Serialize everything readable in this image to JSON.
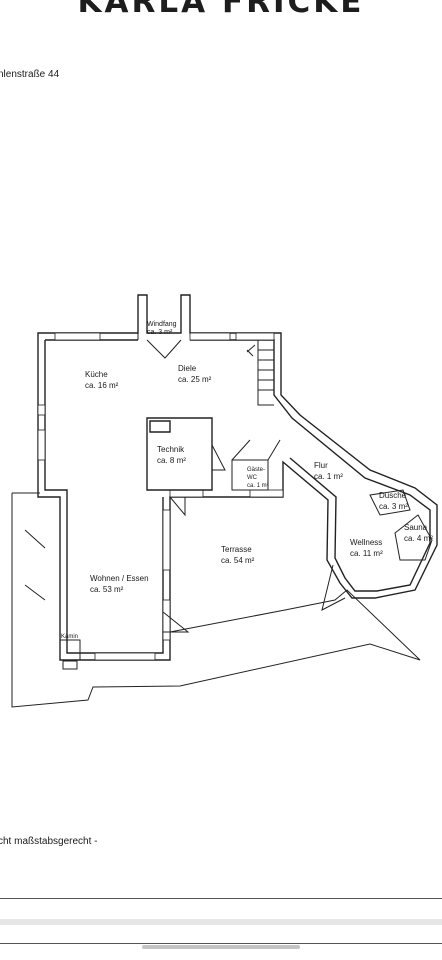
{
  "header": {
    "brand": "KARLA FRICKE",
    "address": "nlenstraße 44"
  },
  "floorplan": {
    "rooms": [
      {
        "id": "windfang",
        "name": "Windfang",
        "area": "ca. 3 m²"
      },
      {
        "id": "kueche",
        "name": "Küche",
        "area": "ca. 16 m²"
      },
      {
        "id": "diele",
        "name": "Diele",
        "area": "ca. 25 m²"
      },
      {
        "id": "technik",
        "name": "Technik",
        "area": "ca. 8 m²"
      },
      {
        "id": "gaeste-wc",
        "name": "Gäste-",
        "name2": "WC",
        "area": "ca. 1 m²"
      },
      {
        "id": "flur",
        "name": "Flur",
        "area": "ca. 1 m²"
      },
      {
        "id": "dusche",
        "name": "Dusche",
        "area": "ca. 3 m²"
      },
      {
        "id": "sauna",
        "name": "Sauna",
        "area": "ca. 4 m²"
      },
      {
        "id": "wellness",
        "name": "Wellness",
        "area": "ca. 11 m²"
      },
      {
        "id": "terrasse",
        "name": "Terrasse",
        "area": "ca. 54 m²"
      },
      {
        "id": "wohnen",
        "name": "Wohnen / Essen",
        "area": "ca. 53 m²"
      }
    ],
    "kamin": "Kamin"
  },
  "footer": {
    "scale_note": "cht maßstabsgerecht -"
  }
}
